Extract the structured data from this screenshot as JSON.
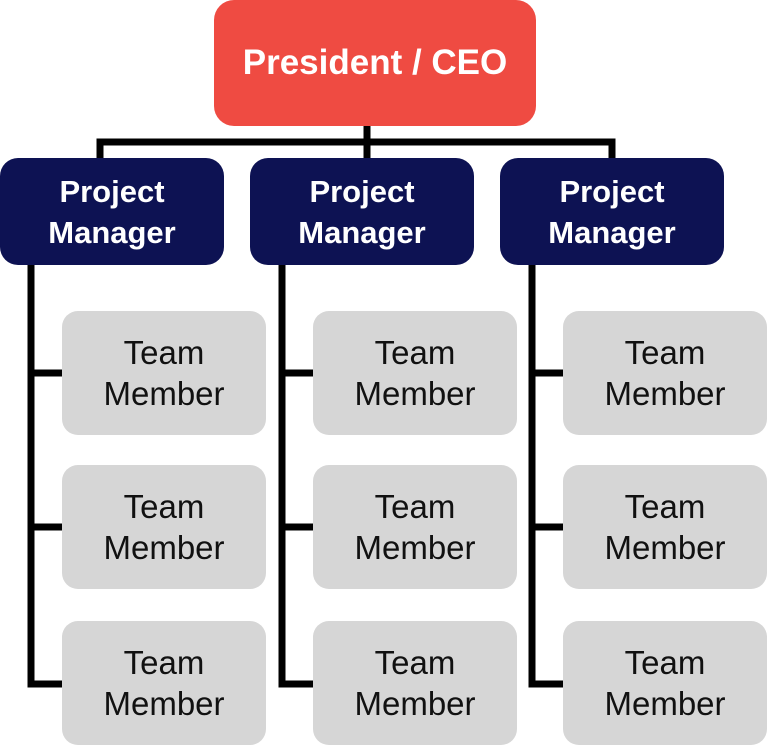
{
  "colors": {
    "ceo_fill": "#ef4b42",
    "manager_fill": "#0d1253",
    "member_fill": "#d6d6d6",
    "connector": "#000000"
  },
  "president": {
    "label": "President / CEO"
  },
  "managers": [
    {
      "label_line1": "Project",
      "label_line2": "Manager",
      "members": [
        {
          "line1": "Team",
          "line2": "Member"
        },
        {
          "line1": "Team",
          "line2": "Member"
        },
        {
          "line1": "Team",
          "line2": "Member"
        }
      ]
    },
    {
      "label_line1": "Project",
      "label_line2": "Manager",
      "members": [
        {
          "line1": "Team",
          "line2": "Member"
        },
        {
          "line1": "Team",
          "line2": "Member"
        },
        {
          "line1": "Team",
          "line2": "Member"
        }
      ]
    },
    {
      "label_line1": "Project",
      "label_line2": "Manager",
      "members": [
        {
          "line1": "Team",
          "line2": "Member"
        },
        {
          "line1": "Team",
          "line2": "Member"
        },
        {
          "line1": "Team",
          "line2": "Member"
        }
      ]
    }
  ]
}
